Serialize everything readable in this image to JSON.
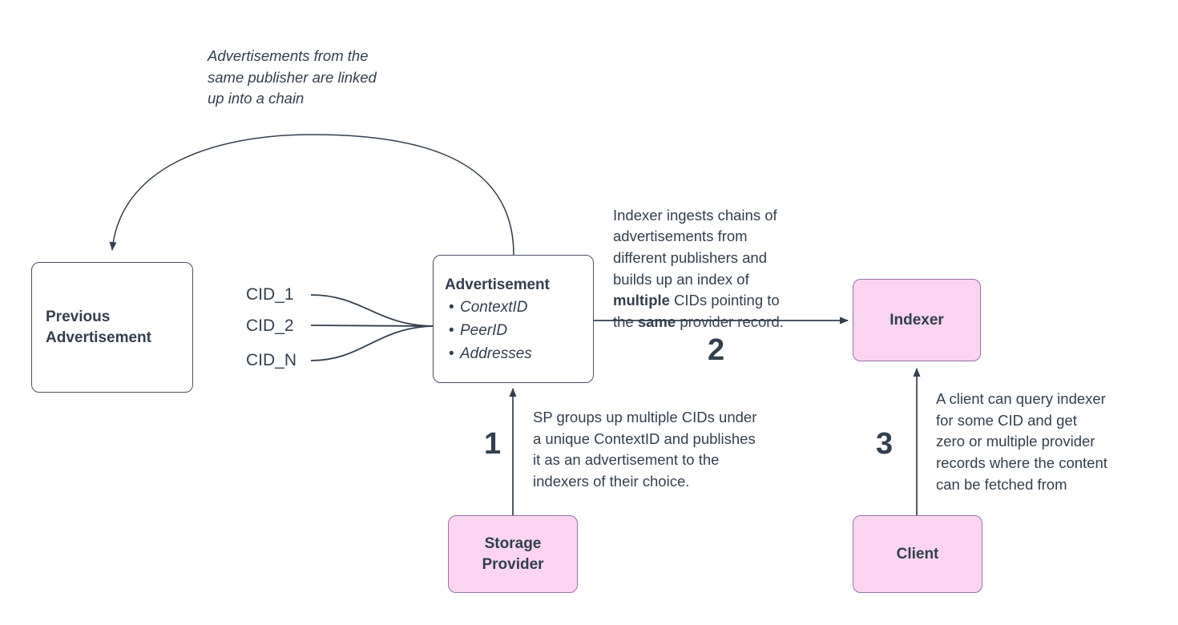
{
  "diagram": {
    "title": "IPNI advertisement chain and indexer query flow",
    "colors": {
      "stroke": "#4a4f63",
      "text": "#333f4d",
      "pink_fill": "#fbd5ef",
      "pink_border": "#9673a6",
      "white_fill": "#ffffff",
      "background": "#ffffff"
    }
  },
  "nodes": {
    "previous_advertisement": {
      "label": "Previous\nAdvertisement",
      "style": "white-box"
    },
    "advertisement": {
      "title": "Advertisement",
      "fields": [
        "ContextID",
        "PeerID",
        "Addresses"
      ],
      "style": "white-record"
    },
    "indexer": {
      "label": "Indexer",
      "style": "pink-box"
    },
    "storage_provider": {
      "label": "Storage\nProvider",
      "style": "pink-box"
    },
    "client": {
      "label": "Client",
      "style": "pink-box"
    }
  },
  "cid_inputs": [
    {
      "label": "CID_1"
    },
    {
      "label": "CID_2"
    },
    {
      "label": "CID_N"
    }
  ],
  "notes": {
    "chain_note": "Advertisements from the\nsame publisher are linked\nup into a chain",
    "indexer_note_parts": [
      {
        "text": "Indexer ingests chains of\nadvertisements from\ndifferent publishers and\nbuilds up an index of\n",
        "bold": false
      },
      {
        "text": "multiple",
        "bold": true
      },
      {
        "text": " CIDs pointing to\nthe ",
        "bold": false
      },
      {
        "text": "same",
        "bold": true
      },
      {
        "text": " provider record.",
        "bold": false
      }
    ],
    "sp_note": "SP groups up multiple CIDs under\na unique ContextID and publishes\nit as an advertisement to the\nindexers of their choice.",
    "client_note": "A client can query indexer\nfor some CID and get\nzero or multiple provider\nrecords where the content\ncan be fetched from"
  },
  "steps": [
    {
      "number": "1",
      "describes": "storage-provider-publishes-advertisement"
    },
    {
      "number": "2",
      "describes": "advertisement-ingested-by-indexer"
    },
    {
      "number": "3",
      "describes": "client-queries-indexer"
    }
  ]
}
